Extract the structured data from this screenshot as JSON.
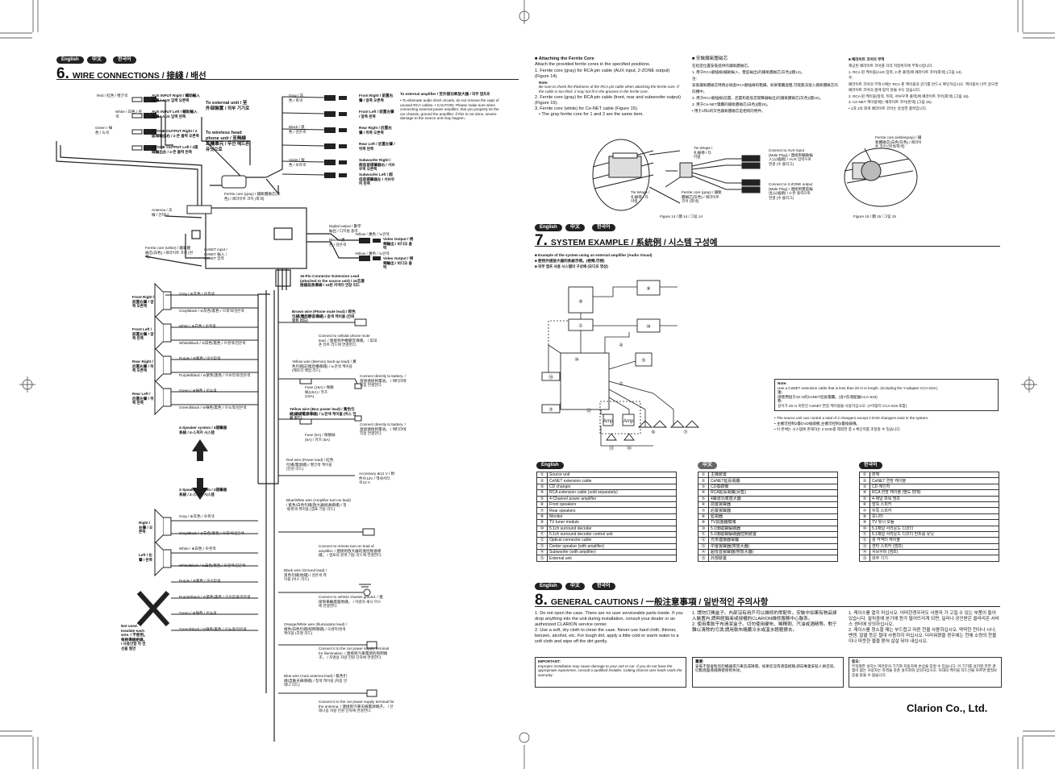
{
  "lang_tabs": [
    "English",
    "中文",
    "한국어"
  ],
  "sec6": {
    "num": "6.",
    "title": "WIRE CONNECTIONS / 接綫 / 배선",
    "top_left_labels": {
      "red": "Red / 紅色 / 빨간색",
      "white": "White / 白色 / 흰색",
      "green": "Green / 綠色 / 녹색",
      "aux_right": "AUX INPUT Right / 輔助輸入右聲 / AUX 입력 오른쪽",
      "aux_left": "AUX INPUT Left / 輔助輸入左聲 / AUX 입력 왼쪽",
      "zone_right": "2-ZONE OUTPUT Right / 2區域輸出右 / 2-존 출력 오른쪽",
      "zone_left": "2-ZONE OUTPUT Left / 2區域輸出左 / 2-존 출력 왼쪽",
      "to_external": "To external unit / 至外部裝置 / 외부 기기로",
      "to_wireless": "To wireless head phone unit / 至無線耳機單元 / 무선 헤드폰 유닛으로",
      "ferrite_gray": "Ferrite core (gray) / 鐵氧體磁芯(灰色) / 페라이트 코어 (회색)",
      "antenna": "Antenna / 天線 / 안테나",
      "ferrite_white": "Ferrite core (white) / 鐵氧體磁芯(白色) / 페라이트 코어 (흰색)",
      "cenet_input": "CeNET input / CeNET 輸入 / CeNET 입력"
    },
    "rca_outputs": [
      "Front Right / 前置右聲 / 앞쪽 오른쪽",
      "Front Left / 前置左聲 / 앞쪽 왼쪽",
      "Rear Right / 后置右聲 / 뒤쪽 오른쪽",
      "Rear Left / 后置左聲 / 뒤쪽 왼쪽",
      "Subwoofer Right / 超低音揚聲器右 / 서브우퍼 오른쪽",
      "Subwoofer Left / 超低音揚聲器左 / 서브우퍼 왼쪽"
    ],
    "rca_colors": [
      "Gray / 灰色 / 회색",
      "Black / 黑色 / 검은색",
      "Violet / 紫色 / 보라색"
    ],
    "amp_note": "To external amplifier / 至外接功率放大器 / 외부 앰프로",
    "amp_caution": "• To eliminate audio short circuits, do not remove the caps of unused RCA cables. • CAUTION: Please make sure when connecting external power amplifier, that you properly tie the car chassis, ground the amplifier. If this is not done, severe damage to the source unit may happen.",
    "digital_output": "Digital output / 數字輸出 / 디지털 출력",
    "black_ground": "Black / 黑色 / 검은색",
    "yellow_video": "Yellow / 黃色 / 노란색",
    "video_output": "Video Output / 視頻輸出 / 비디오 출력",
    "ext_lead": "16-Pin Connector Extension Lead (attached to the source unit) / 16芯連接器延長導線 / 16핀 커넥터 연장 리드",
    "speakers": [
      {
        "pos": "Front Right / 前置右聲 / 앞쪽 오른쪽",
        "plus": "Gray / ⊕灰色 / ⊕회색",
        "minus": "Gray/Black / ⊖灰色/黑色 / ⊖회색/검은색"
      },
      {
        "pos": "Front Left / 前置左聲 / 앞쪽 왼쪽",
        "plus": "White / ⊕白色 / ⊕흰색",
        "minus": "White/Black / ⊖白色/黑色 / ⊖흰색/검은색"
      },
      {
        "pos": "Rear Right / 后置右聲 / 뒤쪽 오른쪽",
        "plus": "Purple / ⊕紫色 / ⊕보라색",
        "minus": "Purple/Black / ⊖紫色/黑色 / ⊖보라색/검은색"
      },
      {
        "pos": "Rear Left / 后置左聲 / 뒤쪽 왼쪽",
        "plus": "Green / ⊕綠色 / ⊕녹색",
        "minus": "Green/Black / ⊖綠色/黑色 / ⊖녹색/검은색"
      }
    ],
    "speaker_system_4": "4-Speaker system / 4揚聲器系統 / 4-스피커 시스템",
    "speaker_system_2": "2-Speaker system / 2揚聲器系統 / 2-스피커 시스템",
    "speakers2": [
      {
        "pos": "Right / 右聲 / 오른쪽",
        "plus": "Gray / ⊕灰色 / ⊕회색",
        "minus": "Gray/Black / ⊖灰色/黑色 / ⊖회색/검은색"
      },
      {
        "pos": "Left / 左聲 / 왼쪽",
        "plus": "White / ⊕白色 / ⊕흰색",
        "minus": "White/Black / ⊖白色/黑色 / ⊖흰색/검은색"
      }
    ],
    "unused": [
      "Purple / ⊕紫色 / ⊕보라색",
      "Purple/Black / ⊖紫色/黑色 / ⊖보라색/검은색",
      "Green / ⊕綠色 / ⊕녹색",
      "Green/Black / ⊖綠色/黑色 / ⊖녹색/검은색"
    ],
    "not_used": "Not used. Insulate each wire. / 不使用。 每根導線絶緣。 / 사용안함 각 전선을 절연",
    "wires": [
      {
        "name": "Brown wire (Phone mute lead) / 棕色引綫(電話靜音導綫) / 갈색 케이블 (전화 뮤트 리드)",
        "dest": "Connect to cellular phone mute lead. / 連接到手機靜音導綫。 / 휴대폰 뮤트 리드에 연결한다."
      },
      {
        "name": "Yellow wire (Memory back-up lead) / 黃色引綫(記憶后備導綫) / 노란색 케이블 (메모리 백업 리드)",
        "dest": "Connect directly to battery. / 直接連接到電池。 / 배터리에 직접 연결한다."
      },
      {
        "name": "Yellow wire (Bus power lead) / 黃色引綫(總綫電源導綫) / 노란색 케이블 (버스 전원 리드)",
        "dest": "Connect directly to battery. / 直接連接到電池。 / 배터리에 직접 연결한다."
      },
      {
        "name": "Red wire (Power lead) / 紅色引綫(電源綫) / 빨간색 케이블 (전원 리드)",
        "dest": "Accessory ⊕12 V / 附件⊕12V / 액세서리 ⊕12 V"
      },
      {
        "name": "Blue/White wire (Amplifier turn-on lead) / 藍色/白色引綫(放大器接通導綫) / 청색/흰색 케이블 (앰프 기동 리드)",
        "dest": "Connect to remote turn-on lead of amplifier. / 連接到放大器的遙控接通導綫。 / 앰프의 원격 기동 리드에 연결한다."
      },
      {
        "name": "Black wire (Ground lead) / 黑色引綫(地綫) / 검은색 케이블 (어스 리드)",
        "dest": "Connect to vehicle chassis ground. / 連接到車輛底盤地綫。 / 차량의 섀시 어스에 연결한다."
      },
      {
        "name": "Orange/White wire (Illumination lead) / 橙色/白色引綫(照明導綫) / 오렌지/흰색 케이블 (조명 리드)",
        "dest": "Connect it to the car power supply terminal for illumination. / 連接到汽車電源的照明端子。 / 조명용 차량 전원 단자에 연결한다."
      },
      {
        "name": "Blue wire (Auto antenna lead) / 藍色引綫(自動天線導綫) / 청색 케이블 (자동 안테나 리드)",
        "dest": "Connect it to the car power supply terminal for the antenna. / 連接到汽車天線電源端子。 / 안테나용 차량 전원 단자에 연결한다."
      }
    ],
    "fuse15": "Fuse (15A) / 保險絲(15A) / 퓨즈 (15A)",
    "fuse5": "Fuse (5A) / 保險絲(5A) / 퓨즈 (5A)"
  },
  "ferrite": {
    "en_title": "■ Attaching the Ferrite Core",
    "en_intro": "Attach the provided ferrite cores in the specified positions.",
    "en_items": [
      "1. Ferrite core (gray) for RCA pin cable (AUX input, 2-ZONE output) (Figure 14).",
      "2. Ferrite core (gray) for RCA pin cable (front, rear and subwoofer output) (Figure 15).",
      "3. Ferrite core (white) for Ce-NET cable (Figure 15).",
      "• The gray ferrite core for 1 and 2 are the same item."
    ],
    "en_note_label": "Note:",
    "en_note": "Be sure to check the thickness of the RCA pin cable when attaching the ferrite core. If the cable is too thick, it may not fit in the grooves in the ferrite core.",
    "zh_title": "■ 安裝鐵氧體磁芯",
    "zh_items": [
      "在指定位置安裝提供的鐵氧體磁芯。",
      "1. 用于RCA腳插線(輔助輸入、雙區輸出)的鐵氧體磁芯(灰色)(圖14)。",
      "注:",
      "安裝鐵氧體磁芯時務必檢查RCA腳插線的粗細。如果電纜過粗,可能無法嵌入鐵氧體磁芯的凹槽中。",
      "2. 用于RCA腳插線(前置、后置和超低音揚聲器輸出)的鐵氧體磁芯(灰色)(圖15)。",
      "3. 用于Ce-NET電纜的鐵氧體磁芯(白色)(圖15)。",
      "• 用于1和2的灰色鐵氧體磁芯是相同的物件。"
    ],
    "ko_title": "■ 페라이트 코어의 부착",
    "ko_items": [
      "제공된 페라이트 코어를 각각 지정위치에 부착시킵니다.",
      "1. RCA 핀 케이블(AUX 입력, 2-존 출력)에 페라이트 코어(회색) (그림 14).",
      "주:",
      "페라이트 코어의 부착시에는 RCA 핀 케이블의 굵기를 반드시 확인하십시오. 케이블이 너무 굵으면 페라이트 코어의 홈에 맞지 않을 수도 있습니다.",
      "2. RCA 핀 케이블(앞쪽, 뒤쪽, 서브우퍼 출력)에 페라이트 코어(회색) (그림 15).",
      "3. Ce-NET 케이블에는 페라이트 코어(흰색) (그림 15).",
      "• 1과 2의 회색 페라이트 코어는 동일한 품목입니다."
    ],
    "fig14_labels": {
      "tie_wraps": "Tie Wraps / 扎線帶 / 타이랩",
      "tie_wraps2": "Tie Wraps / 扎線帶 / 타이랩",
      "aux_input": "Connect to AUX input (Male Plug) / 連接到輔助輸入(公插頭) / AUX 입력으로 연결 (수 플러그)",
      "zone_output": "Connect to 2-ZONE output (Male Plug) / 連接到雙區輸出(公插頭) / 2-존 출력으로 연결 (수 플러그)",
      "ferrite_gray": "Ferrite core (gray) / 鐵氧體磁芯(灰色) / 페라이트 코어 (회색)"
    },
    "fig14": "Figure 14 / 圖 14 / 그림 14",
    "fig15_label": "Ferrite core (white/gray) / 鐵氧體磁芯(白色/灰色) / 페라이트 코어 (흰색/회색)",
    "fig15": "Figure 15 / 圖 15 / 그림 15"
  },
  "sec7": {
    "num": "7.",
    "title": "SYSTEM EXAMPLE / 系統例 / 시스템 구성예",
    "captions": [
      "■ Example of the system using an external amplifier (Audio Visual)",
      "■ 使用外接放大器的系統示例。(視頻,可視)",
      "■ 외부 앰프 사용 시스템의 구성예 (오디오 영상)"
    ],
    "amp_label": "Amp",
    "note_label": "Note:",
    "note_en": "Use a CeNET extension cable that is less than 20 m in length. (including the Y-adapter CCA-519.)",
    "note_zh_label": "注:",
    "note_zh": "請使用短于20 m的CeNET延長電纜。(含Y形適配器CCA-519)",
    "note_ko_label": "주:",
    "note_ko": "길이가 20 m 미만인 CeNET 연장 케이블을 사용하십시오. (Y어댑터 CCA-519 포함)",
    "bullets": [
      "• The source unit can control a total of 2 changers except 2 DVD changers exist in the system.",
      "• 主機可控制2臺DVD換碟機,主機可控制2臺換碟機。",
      "• 이 본체는 시스템에 존재하는 2 DVD를 제외한 총 2 체인저를 조정할 수 있습니다."
    ],
    "tables": {
      "en": [
        "Source unit",
        "CeNET extension cable",
        "CD changer",
        "RCA extension cable (sold separately)",
        "4-Channel power amplifier",
        "Front speakers",
        "Rear speakers",
        "Monitor",
        "TV tuner module",
        "5.1ch surround decoder",
        "5.1ch surround decoder control unit",
        "Optical connector cable",
        "Center speaker (with amplifier)",
        "Subwoofer (with amplifier)",
        "External unit"
      ],
      "zh": [
        "主機裝置",
        "CeNET延長電纜",
        "CD換碟機",
        "RCA延長電纜(另售)",
        "4聲道功率放大器",
        "前置揚聲器",
        "后置揚聲器",
        "監視器",
        "TV調諧器模塊",
        "5.1環繞聲解碼器",
        "5.1環繞聲解碼器控制裝置",
        "光學連接器電纜",
        "中置揚聲器(帶放大器)",
        "超低音揚聲器(帶放大器)",
        "外部裝置"
      ],
      "ko": [
        "본체",
        "CeNET 연장 케이블",
        "CD 체인저",
        "RCA 연장 케이블 (별도 판매)",
        "4-채널 파워 앰프",
        "앞쪽 스피커",
        "뒤쪽 스피커",
        "모니터",
        "TV 튜너 모듈",
        "5.1채널 서라운드 디코더",
        "5.1채널 서라운드 디코더 컨트롤 유닛",
        "광 커넥터 케이블",
        "센터 스피커 (앰프)",
        "서브우퍼 (앰프)",
        "외부 기기"
      ]
    },
    "num_symbols": [
      "①",
      "②",
      "③",
      "④",
      "⑤",
      "⑥",
      "⑦",
      "⑧",
      "⑨",
      "⑩",
      "⑪",
      "⑫",
      "⑬",
      "⑭",
      "⑮"
    ]
  },
  "sec8": {
    "num": "8.",
    "title": "GENERAL CAUTIONS / 一般注意事項 / 일반적인 주의사항",
    "en": [
      "1. Do not open the case. There are no user serviceable parts inside. If you drop anything into the unit during installation, consult your dealer or an authorized CLARION service center.",
      "2. Use a soft, dry cloth to clean the case. Never use hard cloth, thinner, benzen, alcohol, etc. For tough dirt, apply a little cold or warm water to a soft cloth and wipe off the dirt gently."
    ],
    "zh": [
      "1. 請勿打開盒子。內部沒有用戶可以維修的零配件。安裝中如果有物品掉入裝置內,請與經銷商或授權的CLARION維修服務中心聯系。",
      "2. 使用柔軟干布清潔盒子。切勿使用硬布、稀釋劑、汽油或酒精等。對于難以清除的污漬,請用軟布略蘸冷水或溫水輕輕擦去。"
    ],
    "ko": [
      "1. 케이스를 열지 마십시오. 어떠한경우라도 사용자 가 고칠 수 있는 부품이 들어 있습니다. 설치중에 본기에 뭔가 떨어뜨리게 되면, 딜러나 공인받은 클라리온 서비스 센터에 상의하십시오.",
      "2. 케이스를 청소할 때는 부드럽고 마른 천을 사용하십시오. 딱딱한 천이나 시너, 벤젠, 알콜 등은 절대 사용하지 마십시오. 더러워졌을 경우에는 천에 소량의 찬물이나 따뜻한 물을 묻혀 살살 닦아 내십시오."
    ],
    "important_en_label": "IMPORTANT:",
    "important_en": "Improper installation may cause damage to your unit or car. If you do not have the appropriate experience, consult a qualified installer. Cutting chassis wire leads voids the warranty.",
    "important_zh_label": "重要:",
    "important_zh": "安裝不當會對您的機器或汽車造成損壞。如果您沒有適當經驗,請向專業安裝人員咨詢。切斷底盤導綫將使保修失效。",
    "important_ko_label": "중요:",
    "important_ko": "부적절한 설치는 여러분의 기기와 자동차에 손상을 입힐 수 있습니다. 이 기기를 설치할 만한 경험이 없는 사용자는 자격을 갖춘 설치자와 상의하십시오. 차대의 케이블 리드선을 자르면 품질보증을 받을 수 없습니다."
  },
  "footer": {
    "brand": "Clarion Co., Ltd."
  }
}
